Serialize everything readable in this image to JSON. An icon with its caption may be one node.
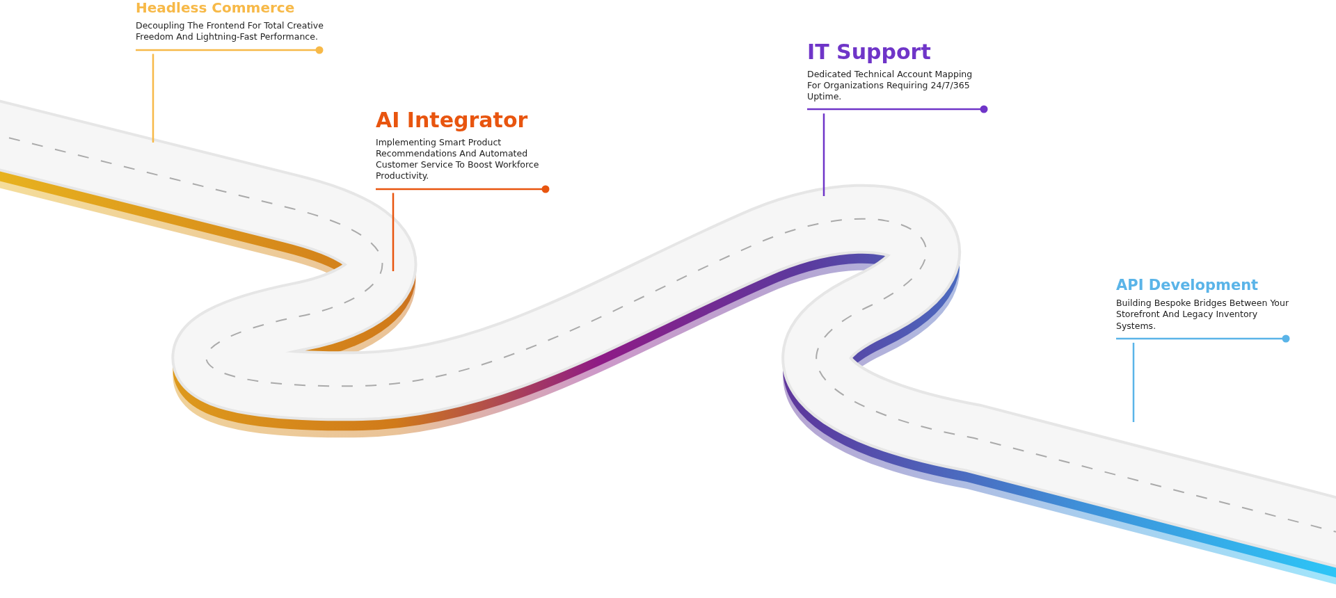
{
  "diagram": {
    "nodes": [
      {
        "text": [
          "Headless Commerce",
          "Decoupling The Frontend For Total Creative Freedom And Lightning-Fast Performance."
        ]
      },
      {
        "text": [
          "AI Integrator",
          "Implementing Smart Product Recommendations And Automated Customer Service To Boost Workforce Productivity."
        ]
      },
      {
        "text": [
          "IT Support",
          "Dedicated Technical Account Mapping For Organizations Requiring 24/7/365 Uptime."
        ]
      },
      {
        "text": [
          "API Development",
          "Building Bespoke Bridges Between Your Storefront And Legacy Inventory Systems."
        ]
      }
    ],
    "edges": [
      {
        "from": 0,
        "to": null,
        "arrow": "none",
        "color": "#f7b948"
      },
      {
        "from": 1,
        "to": null,
        "arrow": "none",
        "color": "#e8550f"
      },
      {
        "from": 2,
        "to": null,
        "arrow": "none",
        "color": "#6f35c8"
      },
      {
        "from": 3,
        "to": null,
        "arrow": "none",
        "color": "#5ab4e8"
      }
    ]
  }
}
